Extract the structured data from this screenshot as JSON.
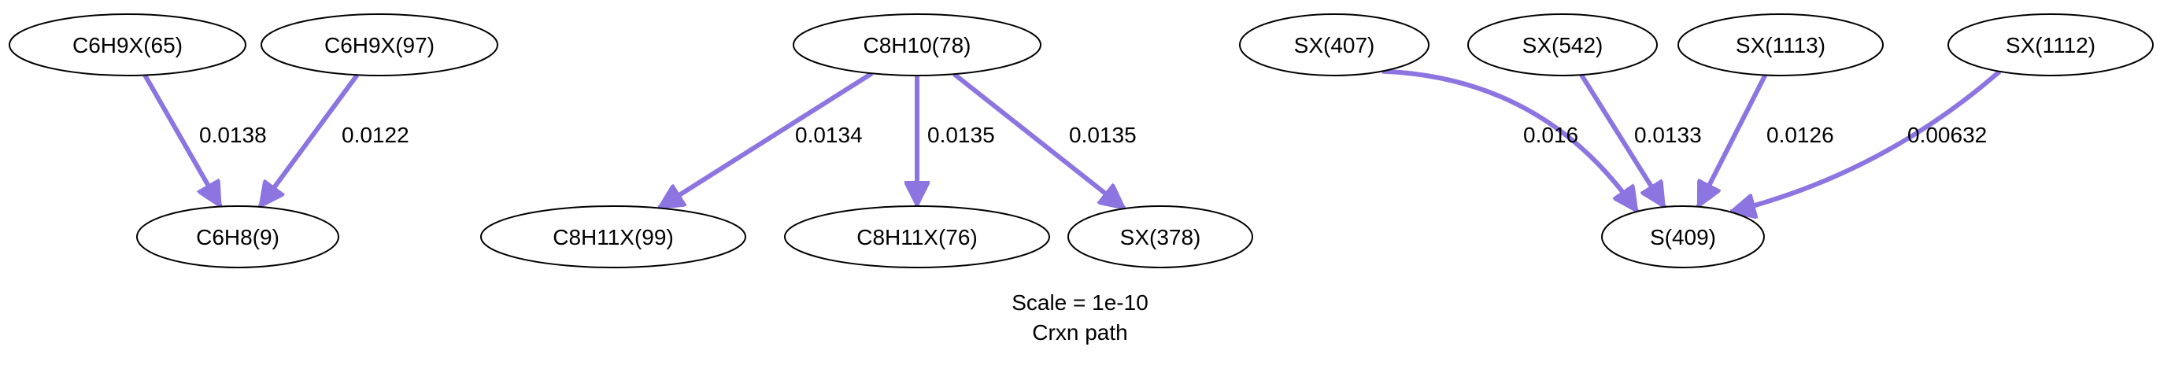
{
  "edge_color": "#8c75e0",
  "nodes": [
    {
      "id": "C6H9X(65)",
      "label": "C6H9X(65)"
    },
    {
      "id": "C6H9X(97)",
      "label": "C6H9X(97)"
    },
    {
      "id": "C6H8(9)",
      "label": "C6H8(9)"
    },
    {
      "id": "C8H10(78)",
      "label": "C8H10(78)"
    },
    {
      "id": "C8H11X(99)",
      "label": "C8H11X(99)"
    },
    {
      "id": "C8H11X(76)",
      "label": "C8H11X(76)"
    },
    {
      "id": "SX(378)",
      "label": "SX(378)"
    },
    {
      "id": "SX(407)",
      "label": "SX(407)"
    },
    {
      "id": "SX(542)",
      "label": "SX(542)"
    },
    {
      "id": "SX(1113)",
      "label": "SX(1113)"
    },
    {
      "id": "SX(1112)",
      "label": "SX(1112)"
    },
    {
      "id": "S(409)",
      "label": "S(409)"
    }
  ],
  "edges": [
    {
      "from": "C6H9X(65)",
      "to": "C6H8(9)",
      "label": "0.0138"
    },
    {
      "from": "C6H9X(97)",
      "to": "C6H8(9)",
      "label": "0.0122"
    },
    {
      "from": "C8H10(78)",
      "to": "C8H11X(99)",
      "label": "0.0134"
    },
    {
      "from": "C8H10(78)",
      "to": "C8H11X(76)",
      "label": "0.0135"
    },
    {
      "from": "C8H10(78)",
      "to": "SX(378)",
      "label": "0.0135"
    },
    {
      "from": "SX(407)",
      "to": "S(409)",
      "label": "0.016"
    },
    {
      "from": "SX(542)",
      "to": "S(409)",
      "label": "0.0133"
    },
    {
      "from": "SX(1113)",
      "to": "S(409)",
      "label": "0.0126"
    },
    {
      "from": "SX(1112)",
      "to": "S(409)",
      "label": "0.00632"
    }
  ],
  "caption": {
    "line1": "Scale = 1e-10",
    "line2": "Crxn path"
  }
}
